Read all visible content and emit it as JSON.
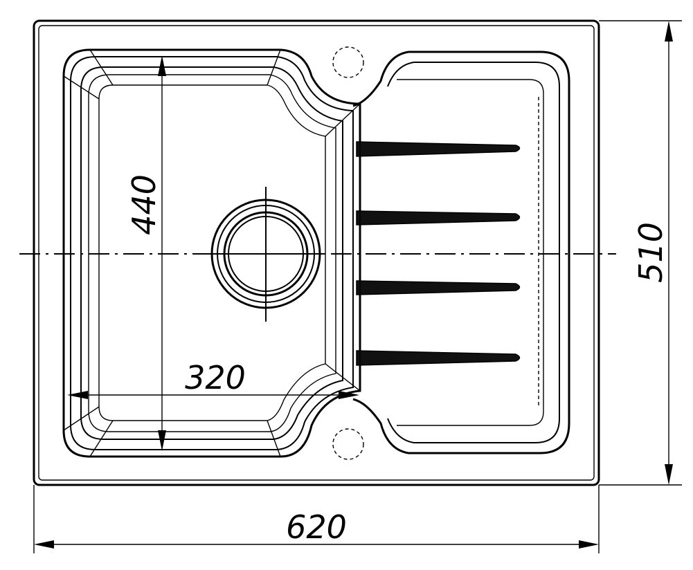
{
  "dimensions": {
    "overall_width": "620",
    "overall_depth": "510",
    "bowl_length": "440",
    "bowl_width": "320"
  }
}
